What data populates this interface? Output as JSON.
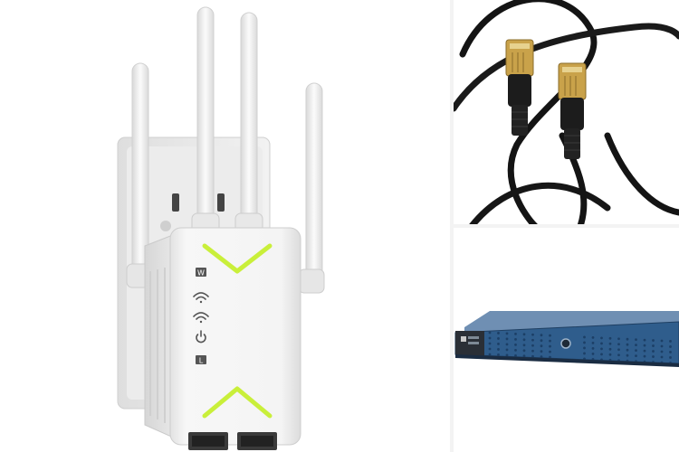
{
  "colors": {
    "background": "#ffffff",
    "divider": "#f3f3f3",
    "extender_body": "#f4f4f4",
    "accent_green": "#c9ef3a",
    "cable": "#141414",
    "connector_gold": "#c9a24a",
    "switch_blue": "#2f5d8c"
  },
  "images": [
    {
      "name": "wifi-extender-photo",
      "icons": [
        "wps-icon",
        "wifi-icon",
        "signal-icon",
        "power-icon",
        "lan-icon"
      ],
      "indicator_letters": [
        "W",
        "L"
      ]
    },
    {
      "name": "ethernet-cable-photo"
    },
    {
      "name": "rack-network-switch-photo"
    }
  ]
}
